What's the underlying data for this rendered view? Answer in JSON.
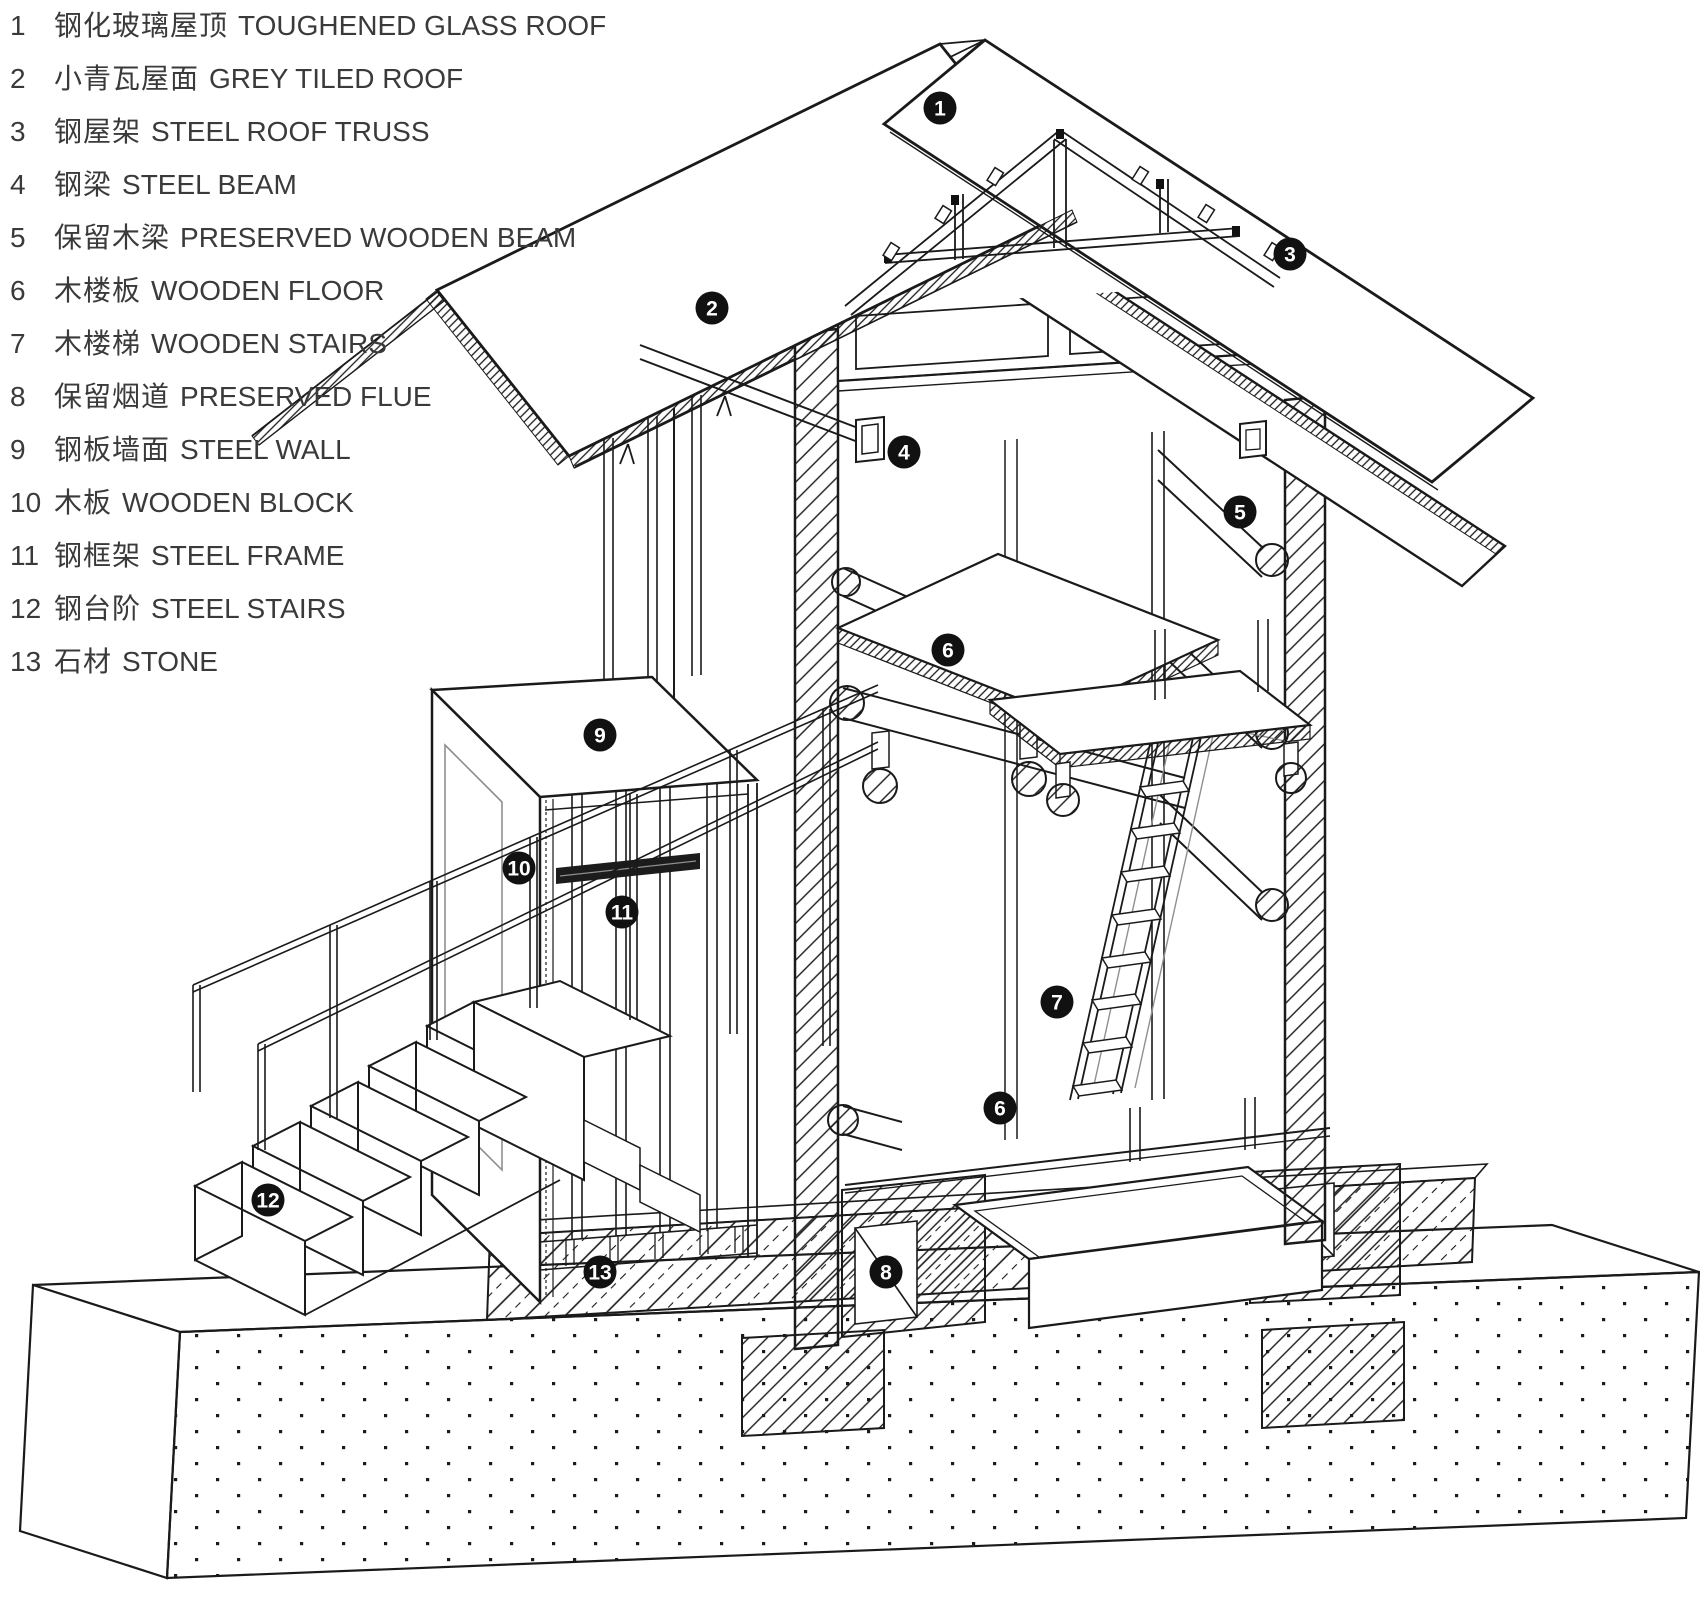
{
  "diagram": {
    "type": "axonometric-architecture-exploded-section",
    "background": "#ffffff",
    "colors": {
      "line": "#1a1a1a",
      "legend_text": "#3a3a3a",
      "badge_bg": "#111111",
      "badge_text": "#ffffff"
    },
    "legend": {
      "items": [
        {
          "num": "1",
          "zh": "钢化玻璃屋顶",
          "en": "TOUGHENED GLASS ROOF"
        },
        {
          "num": "2",
          "zh": "小青瓦屋面",
          "en": "GREY TILED ROOF"
        },
        {
          "num": "3",
          "zh": "钢屋架",
          "en": "STEEL ROOF TRUSS"
        },
        {
          "num": "4",
          "zh": "钢梁",
          "en": "STEEL BEAM"
        },
        {
          "num": "5",
          "zh": "保留木梁",
          "en": "PRESERVED WOODEN BEAM"
        },
        {
          "num": "6",
          "zh": "木楼板",
          "en": "WOODEN FLOOR"
        },
        {
          "num": "7",
          "zh": "木楼梯",
          "en": "WOODEN STAIRS"
        },
        {
          "num": "8",
          "zh": "保留烟道",
          "en": "PRESERVED FLUE"
        },
        {
          "num": "9",
          "zh": "钢板墙面",
          "en": "STEEL WALL"
        },
        {
          "num": "10",
          "zh": "木板",
          "en": "WOODEN BLOCK"
        },
        {
          "num": "11",
          "zh": "钢框架",
          "en": "STEEL FRAME"
        },
        {
          "num": "12",
          "zh": "钢台阶",
          "en": "STEEL STAIRS"
        },
        {
          "num": "13",
          "zh": "石材",
          "en": "STONE"
        }
      ]
    },
    "badges": [
      {
        "label": "1"
      },
      {
        "label": "2"
      },
      {
        "label": "3"
      },
      {
        "label": "4"
      },
      {
        "label": "5"
      },
      {
        "label": "6"
      },
      {
        "label": "7"
      },
      {
        "label": "6"
      },
      {
        "label": "8"
      },
      {
        "label": "9"
      },
      {
        "label": "10"
      },
      {
        "label": "11"
      },
      {
        "label": "12"
      },
      {
        "label": "13"
      }
    ]
  }
}
